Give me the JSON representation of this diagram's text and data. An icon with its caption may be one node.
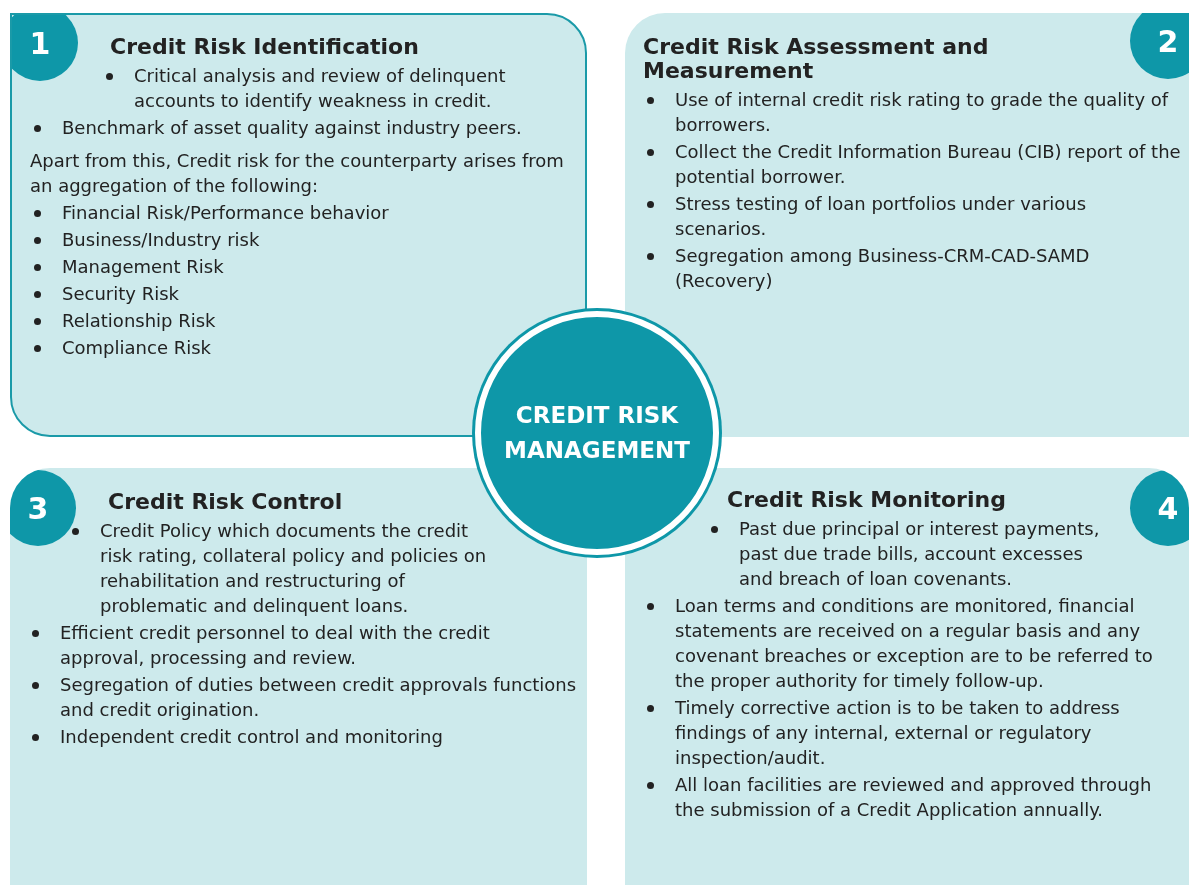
{
  "diagram": {
    "nodes": [
      {
        "text": [
          "Credit Risk Identification",
          "Critical analysis and review of delinquent accounts to identify weakness in credit.",
          "Benchmark of asset quality against industry peers.",
          "Apart from this, Credit risk for the counterparty arises from an aggregation of the following:",
          "Financial Risk/Performance behavior",
          "Business/Industry risk",
          "Management Risk",
          "Security Risk",
          "Relationship Risk",
          "Compliance Risk"
        ]
      },
      {
        "text": [
          "1"
        ],
        "in": 0
      },
      {
        "text": [
          "Credit Risk Assessment and Measurement",
          "Use of internal credit risk rating to grade the quality of borrowers.",
          "Collect the Credit Information Bureau (CIB) report of the potential borrower.",
          "Stress testing of loan portfolios under various scenarios.",
          "Segregation among Business-CRM-CAD-SAMD (Recovery)"
        ]
      },
      {
        "text": [
          "2"
        ],
        "in": 2
      },
      {
        "text": [
          "CREDIT RISK MANAGEMENT"
        ]
      },
      {
        "text": [
          "Credit Risk Control",
          "Credit Policy which documents the credit risk rating, collateral policy and policies on rehabilitation and restructuring of problematic and delinquent loans.",
          "Efficient credit personnel to deal with the credit approval, processing and review.",
          "Segregation of duties between credit approvals functions and credit origination.",
          "Independent credit control and monitoring"
        ]
      },
      {
        "text": [
          "3"
        ],
        "in": 5
      },
      {
        "text": [
          "Credit Risk Monitoring",
          "Past due principal or interest payments, past due trade bills, account excesses and breach of loan covenants.",
          "Loan terms and conditions are monitored, financial statements are received on a regular basis and any covenant breaches or exception are to be referred to the proper authority for timely follow-up.",
          "Timely corrective action is to be taken to address findings of any internal, external or regulatory inspection/audit.",
          "All loan facilities are reviewed and approved through the submission of a Credit Application annually."
        ]
      },
      {
        "text": [
          "4"
        ],
        "in": 7
      }
    ]
  }
}
